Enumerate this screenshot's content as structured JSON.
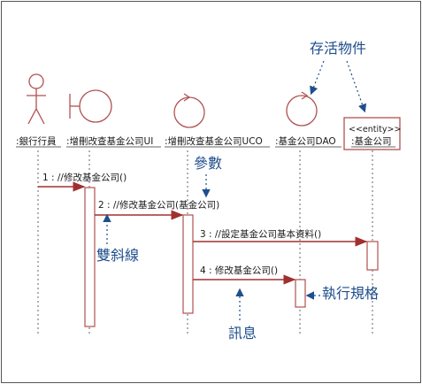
{
  "participants": [
    {
      "label": ":銀行行員",
      "kind": "actor"
    },
    {
      "label": ":增刪改查基金公司UI",
      "kind": "boundary"
    },
    {
      "label": ":增刪改查基金公司UCO",
      "kind": "control"
    },
    {
      "label": ":基金公司DAO",
      "kind": "control"
    },
    {
      "label": ":基金公司",
      "stereotype": "<<entity>>",
      "kind": "entity"
    }
  ],
  "messages": [
    {
      "text": "1 : //修改基金公司()"
    },
    {
      "text": "2 : //修改基金公司(基金公司)"
    },
    {
      "text": "3 : //設定基金公司基本資料()"
    },
    {
      "text": "4 : 修改基金公司()"
    }
  ],
  "annotations": {
    "live_object": "存活物件",
    "parameter": "參數",
    "double_slash": "雙斜線",
    "execution_spec": "執行規格",
    "message": "訊息"
  },
  "colors": {
    "annotation": "#1f4e8c",
    "activation_fill": "#ffffff",
    "line": "#333333",
    "message_arrow": "#a03030"
  }
}
